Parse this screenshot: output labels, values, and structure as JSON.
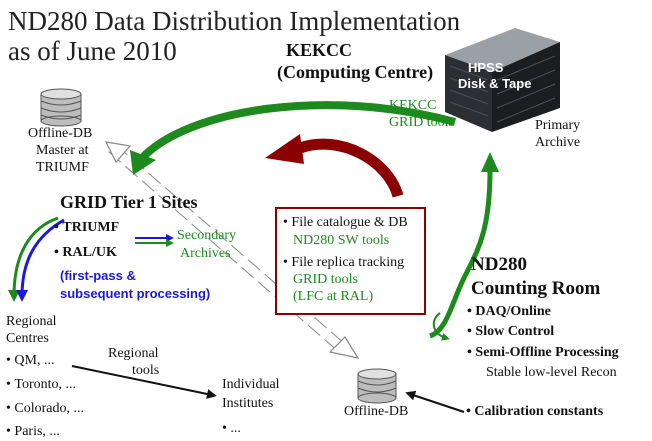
{
  "title": {
    "line1": "ND280 Data Distribution Implementation",
    "line2": "as of June 2010"
  },
  "kekcc": {
    "name": "KEKCC",
    "subtitle": "(Computing Centre)",
    "grid_tools_line1": "KEKCC",
    "grid_tools_line2": "GRID tools",
    "hpss_line1": "HPSS",
    "hpss_line2": "Disk & Tape",
    "archive_line1": "Primary",
    "archive_line2": "Archive"
  },
  "offline_master": {
    "line1": "Offline-DB",
    "line2": "Master at",
    "line3": "TRIUMF"
  },
  "tier1": {
    "heading": "GRID Tier 1 Sites",
    "site1": "TRIUMF",
    "site2": "RAL/UK",
    "processing_line1": "(first-pass &",
    "processing_line2": "subsequent processing)",
    "secondary_line1": "Secondary",
    "secondary_line2": "Archives"
  },
  "catalogue_box": {
    "item1": "File catalogue & DB",
    "item1_tool": "ND280 SW tools",
    "item2": "File replica tracking",
    "item2_tool_line1": "GRID tools",
    "item2_tool_line2": "(LFC at RAL)"
  },
  "counting_room": {
    "line1": "ND280",
    "line2": "Counting Room",
    "items": [
      "DAQ/Online",
      "Slow Control",
      "Semi-Offline Processing"
    ],
    "note": "Stable low-level Recon"
  },
  "regional": {
    "line1": "Regional",
    "line2": "Centres",
    "items": [
      "QM, ...",
      "Toronto, ...",
      "Colorado, ...",
      "Paris, ..."
    ],
    "tools_line1": "Regional",
    "tools_line2": "tools"
  },
  "institutes": {
    "line1": "Individual",
    "line2": "Institutes",
    "item": "..."
  },
  "offline_db": {
    "label": "Offline-DB",
    "calibration": "Calibration constants"
  },
  "colors": {
    "green": "#1e8a1e",
    "blue": "#1a1ad6",
    "darkred": "#8b0000"
  }
}
